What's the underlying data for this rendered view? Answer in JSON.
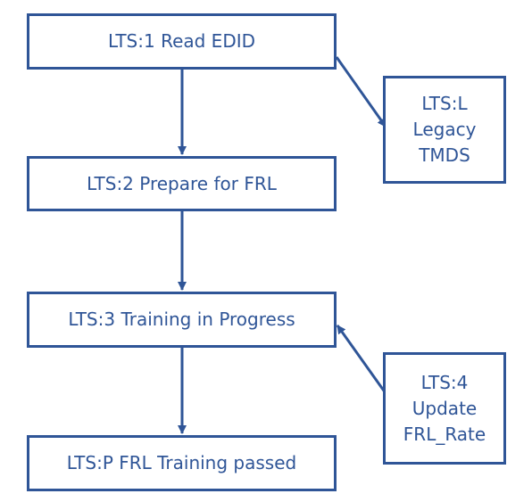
{
  "diagram": {
    "nodes": {
      "lts1": {
        "label": "LTS:1 Read EDID"
      },
      "lts2": {
        "label": "LTS:2 Prepare for FRL"
      },
      "lts3": {
        "label": "LTS:3 Training in Progress"
      },
      "ltsp": {
        "label": "LTS:P FRL Training passed"
      },
      "ltsl": {
        "lines": [
          "LTS:L",
          "Legacy",
          "TMDS"
        ]
      },
      "lts4": {
        "lines": [
          "LTS:4",
          "Update",
          "FRL_Rate"
        ]
      }
    },
    "edges": [
      {
        "from": "LTS:1",
        "to": "LTS:2"
      },
      {
        "from": "LTS:2",
        "to": "LTS:3"
      },
      {
        "from": "LTS:3",
        "to": "LTS:P"
      },
      {
        "from": "LTS:1",
        "to": "LTS:L"
      },
      {
        "from": "LTS:4",
        "to": "LTS:3"
      }
    ],
    "colors": {
      "stroke": "#2f5597",
      "text": "#2f5597",
      "background": "#ffffff"
    }
  }
}
